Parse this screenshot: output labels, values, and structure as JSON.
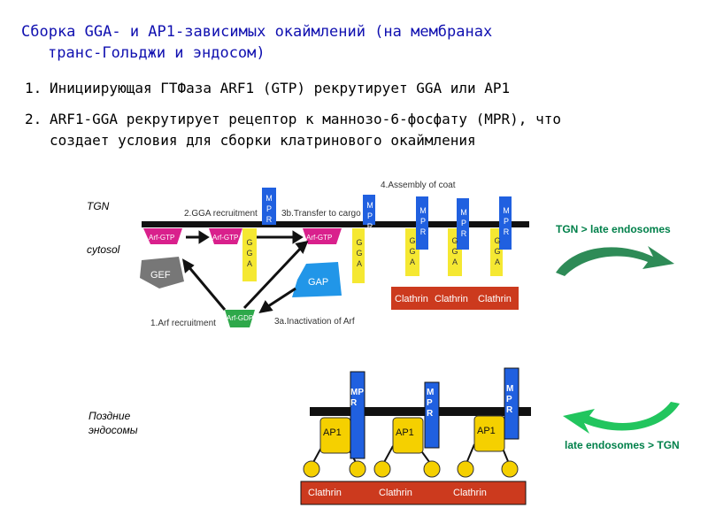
{
  "title": {
    "line1": "Сборка GGA- и AP1-зависимых окаймлений (на мембранах",
    "line2": "транс-Гольджи и эндосом)"
  },
  "items": [
    {
      "num": "1.",
      "text": "Инициирующая ГТФаза ARF1 (GTP) рекрутирует  GGA или AP1"
    },
    {
      "num": "2.",
      "text1": "ARF1-GGA рекрутирует рецептор к маннозо-6-фосфату (MPR), что",
      "text2": "создает условия для сборки клатринового окаймления"
    }
  ],
  "labels": {
    "tgn": "TGN",
    "cytosol": "cytosol",
    "late_endosomes": "Поздние\nэндосомы",
    "tgn_to_late": "TGN > late endosomes",
    "late_to_tgn": "late endosomes > TGN"
  },
  "diagram_top": {
    "steps": {
      "arf_recruitment": "1.Arf recruitment",
      "gga_recruitment": "2.GGA recruitment",
      "transfer_to_cargo": "3b.Transfer to cargo",
      "inactivation": "3a.Inactivation of Arf",
      "assembly": "4.Assembly of coat"
    },
    "arf_gtp": "Arf-GTP",
    "arf_gdp": "Arf-GDP",
    "gef": "GEF",
    "gap": "GAP",
    "gga_letters": [
      "G",
      "G",
      "A"
    ],
    "mpr_letters": [
      "M",
      "P",
      "R"
    ],
    "clathrin": [
      "Clathrin",
      "Clathrin",
      "Clathrin"
    ]
  },
  "diagram_bottom": {
    "ap1": [
      "AP1",
      "AP1",
      "AP1"
    ],
    "mpr": [
      "MP\nR",
      "M\nP\nR",
      "M\nP\nR"
    ],
    "clathrin": [
      "Clathrin",
      "Clathrin",
      "Clathrin"
    ]
  },
  "colors": {
    "title": "#1010b0",
    "arf": "#d9208c",
    "gga": "#f5e832",
    "mpr": "#2060e0",
    "clathrin": "#cc3a1e",
    "gap": "#2196e8",
    "arf_gdp": "#2ea84a",
    "arrow_green": "#2e8b57"
  }
}
